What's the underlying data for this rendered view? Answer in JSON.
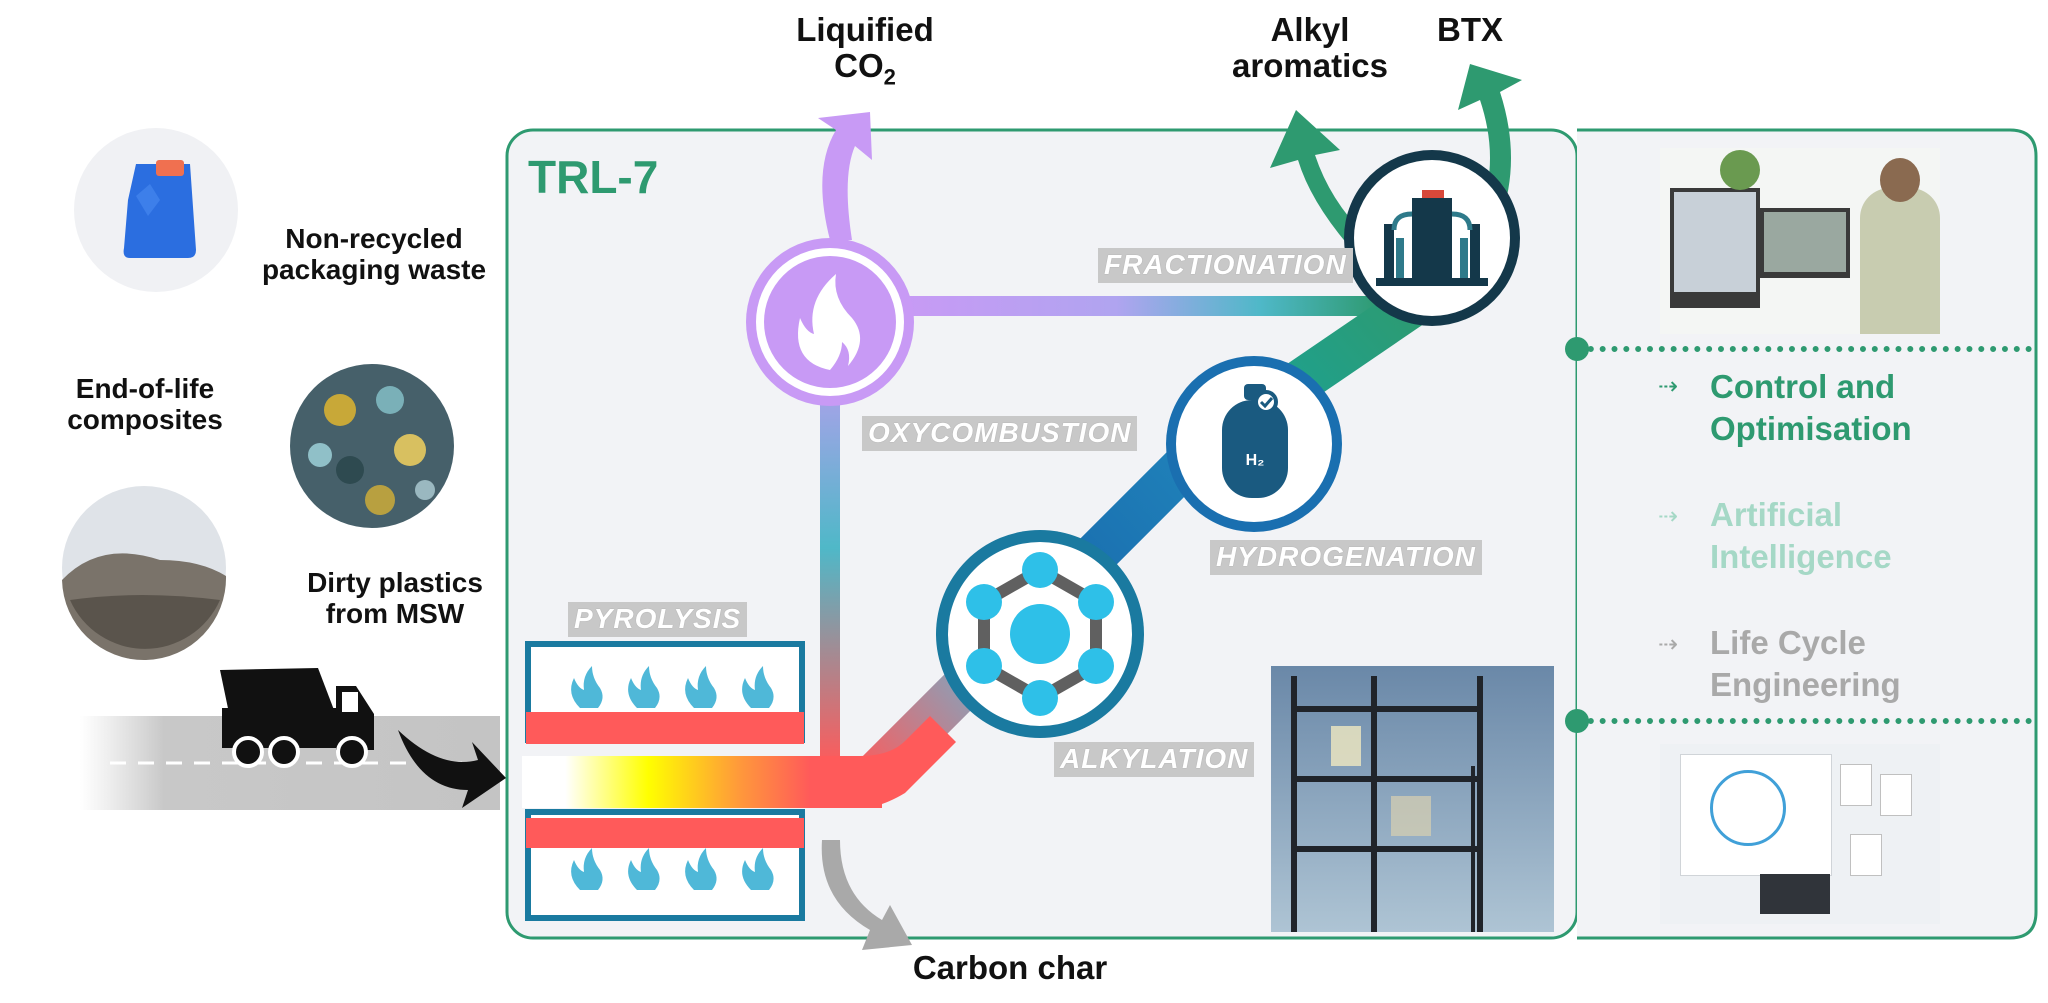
{
  "outputs": {
    "liquified_co2_line1": "Liquified",
    "liquified_co2_line2": "CO",
    "liquified_co2_sub": "2",
    "alkyl_line1": "Alkyl",
    "alkyl_line2": "aromatics",
    "btx": "BTX",
    "carbon_char": "Carbon char"
  },
  "feedstocks": {
    "packaging_line1": "Non-recycled",
    "packaging_line2": "packaging waste",
    "composites_line1": "End-of-life",
    "composites_line2": "composites",
    "dirty_line1": "Dirty plastics",
    "dirty_line2": "from MSW"
  },
  "trl": "TRL-7",
  "processes": {
    "pyrolysis": "PYROLYSIS",
    "oxycombustion": "OXYCOMBUSTION",
    "fractionation": "FRACTIONATION",
    "hydrogenation": "HYDROGENATION",
    "alkylation": "ALKYLATION"
  },
  "h2_label": "H₂",
  "side_panel": {
    "items": [
      {
        "line1": "Control and",
        "line2": "Optimisation",
        "color": "#2e9a70"
      },
      {
        "line1": "Artificial",
        "line2": "Intelligence",
        "color": "#a5d8c6"
      },
      {
        "line1": "Life Cycle",
        "line2": "Engineering",
        "color": "#a9a9a9"
      }
    ]
  },
  "colors": {
    "frame_green": "#2e9a70",
    "panel_bg": "#f2f3f6",
    "purple": "#c89af5",
    "teal": "#2e9a70",
    "blue": "#1a6fb0",
    "red": "#ff5a5a",
    "yellow": "#ffff00"
  },
  "icons": [
    "bottle-icon",
    "composites-photo",
    "landfill-photo",
    "truck-icon",
    "flame-icon",
    "reactor-icon",
    "hydrogen-tank-icon",
    "molecule-icon",
    "plant-photo",
    "operator-photo",
    "whiteboard-photo"
  ]
}
